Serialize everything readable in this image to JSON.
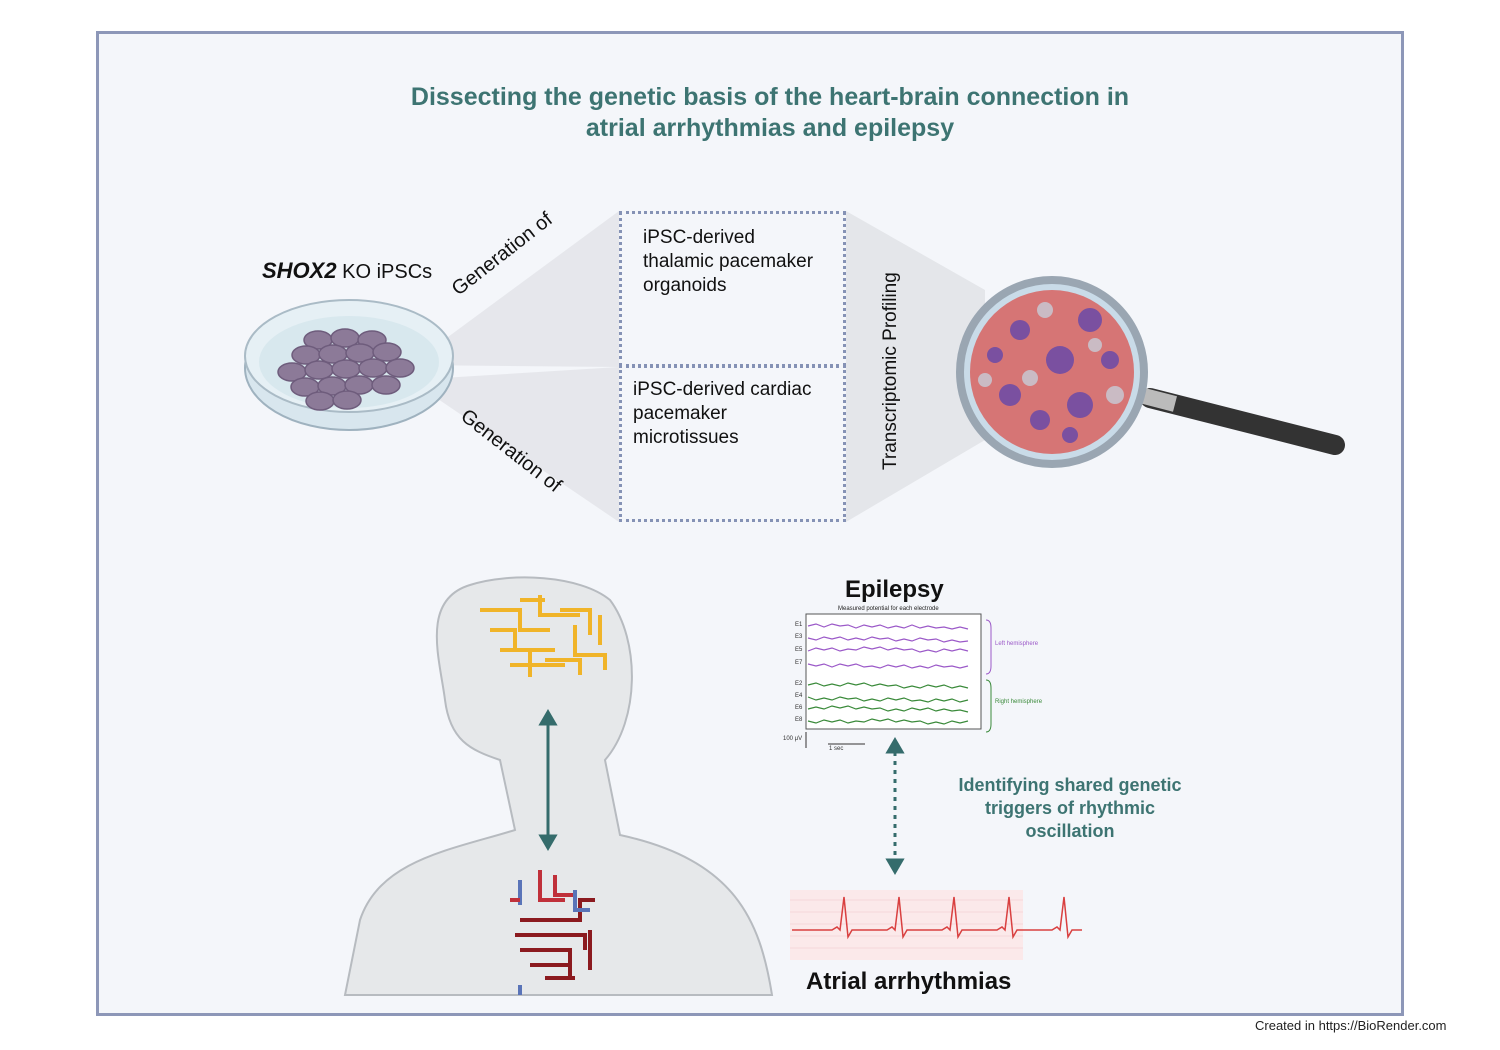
{
  "title": {
    "line1": "Dissecting the genetic basis of the heart-brain connection in",
    "line2": "atrial arrhythmias and epilepsy"
  },
  "dish": {
    "gene": "SHOX2",
    "label": " KO iPSCs"
  },
  "arrows": {
    "generation_top": "Generation of",
    "generation_bottom": "Generation of",
    "profiling": "Transcriptomic Profiling"
  },
  "boxes": {
    "thalamic": "iPSC-derived\nthalamic pacemaker\norganoids",
    "cardiac": "iPSC-derived cardiac\npacemaker\nmicrotissues"
  },
  "epilepsy": {
    "heading": "Epilepsy",
    "plot_title": "Measured potential for each electrode",
    "left_channels": [
      "E1",
      "E3",
      "E5",
      "E7"
    ],
    "right_channels": [
      "E2",
      "E4",
      "E6",
      "E8"
    ],
    "left_label": "Left hemisphere",
    "right_label": "Right hemisphere",
    "scale_v": "100 μV",
    "scale_t": "1 sec"
  },
  "shared": "Identifying shared genetic\ntriggers of rhythmic\noscillation",
  "arrhythmia": {
    "heading": "Atrial arrhythmias"
  },
  "credit": "Created in  https://BioRender.com",
  "colors": {
    "title": "#3d7472",
    "frame": "#8d97b8",
    "brain": "#f0b429",
    "heart_red": "#c0303a",
    "heart_dark": "#8b1a1f",
    "heart_blue": "#5a74b8",
    "eeg_left": "#9b59c8",
    "eeg_right": "#3a8a3a",
    "ecg": "#d94040"
  }
}
